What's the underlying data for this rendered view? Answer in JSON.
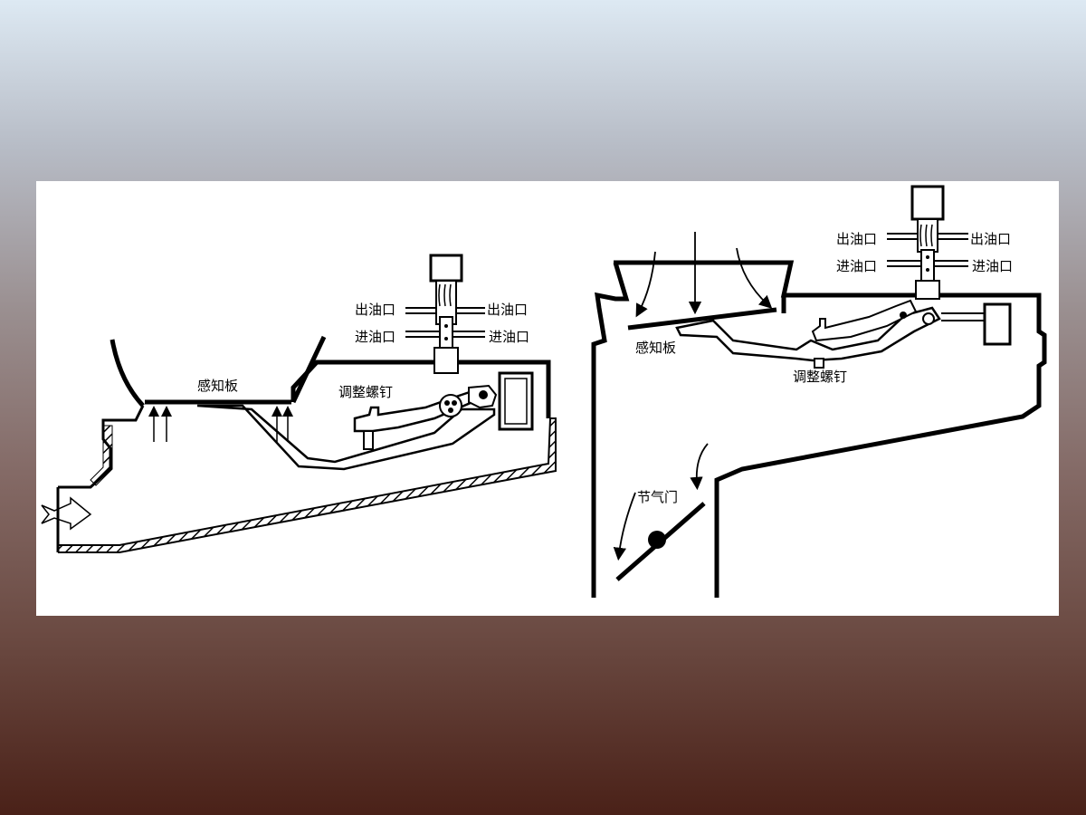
{
  "left_diagram": {
    "outlet_left": "出油口",
    "outlet_right": "出油口",
    "inlet_left": "进油口",
    "inlet_right": "进油口",
    "sensor_plate": "感知板",
    "adjust_screw": "调整螺钉"
  },
  "right_diagram": {
    "outlet_left": "出油口",
    "outlet_right": "出油口",
    "inlet_left": "进油口",
    "inlet_right": "进油口",
    "sensor_plate": "感知板",
    "adjust_screw": "调整螺钉",
    "throttle": "节气门"
  }
}
